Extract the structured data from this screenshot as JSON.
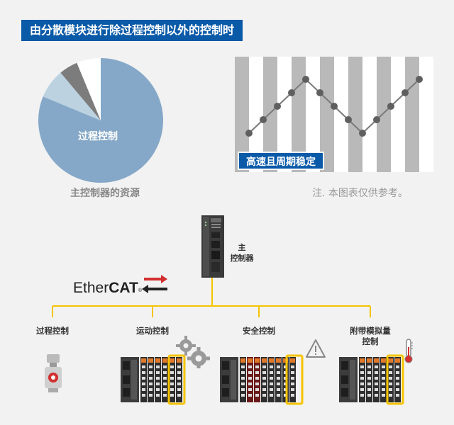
{
  "title": "由分散模块进行除过程控制以外的控制时",
  "pie": {
    "center_label": "过程控制",
    "caption": "主控制器的资源",
    "colors": {
      "main": "#85a8c8",
      "slice_light": "#bcd2e1",
      "slice_dark": "#7c7c7c",
      "slice_white": "#ffffff"
    }
  },
  "line_chart": {
    "badge": "高速且周期稳定",
    "values": [
      1,
      3,
      5,
      7,
      9,
      7,
      5,
      3,
      1,
      3,
      5,
      7,
      9
    ],
    "colors": {
      "stripe_dark": "#b9b9b9",
      "stripe_light": "#ffffff",
      "line": "#7a7a7a",
      "point": "#5f5f5f"
    }
  },
  "note": "注. 本图表仅供参考。",
  "main_controller": {
    "label_line1": "主",
    "label_line2": "控制器"
  },
  "ethercat": {
    "text_light": "Ether",
    "text_bold": "CAT",
    "reg": "®",
    "arrow_color": "#d32f2f"
  },
  "tree_color": "#f5c400",
  "categories": [
    {
      "label_line1": "过程控制",
      "label_line2": "",
      "icon": "pressure-transmitter-icon"
    },
    {
      "label_line1": "运动控制",
      "label_line2": "",
      "icon": "gears-icon"
    },
    {
      "label_line1": "安全控制",
      "label_line2": "",
      "icon": "warning-icon"
    },
    {
      "label_line1": "附带模拟量",
      "label_line2": "控制",
      "icon": "thermometer-icon"
    }
  ]
}
